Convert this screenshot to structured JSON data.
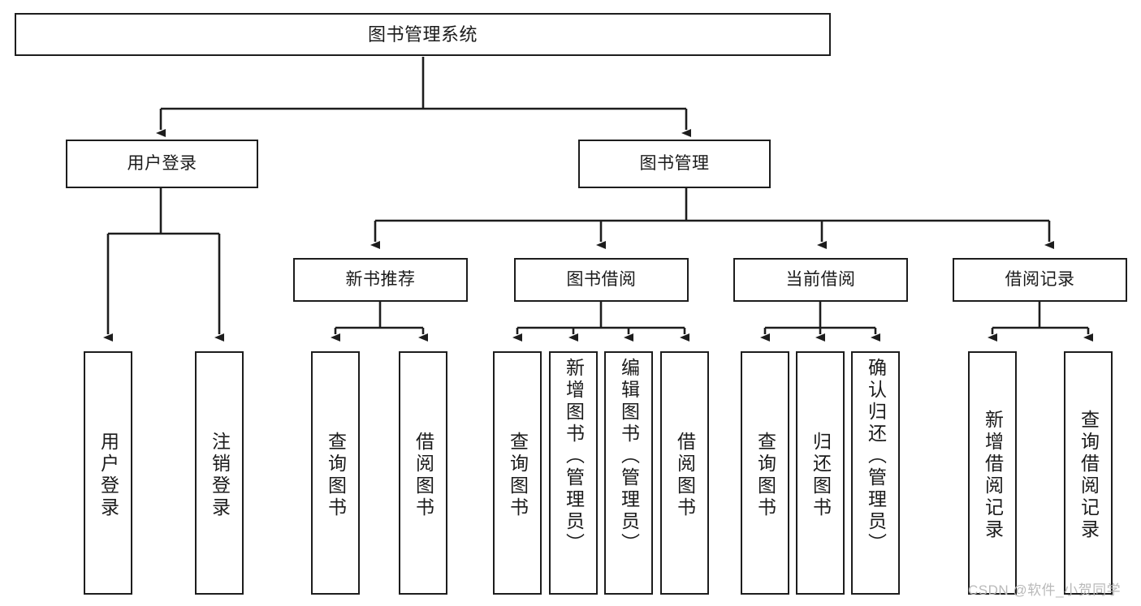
{
  "diagram": {
    "title": "图书管理系统",
    "type": "hierarchy-tree",
    "root": {
      "label": "图书管理系统"
    },
    "level1": [
      {
        "label": "用户登录"
      },
      {
        "label": "图书管理"
      }
    ],
    "level2": [
      {
        "label": "新书推荐"
      },
      {
        "label": "图书借阅"
      },
      {
        "label": "当前借阅"
      },
      {
        "label": "借阅记录"
      }
    ],
    "leaves": {
      "user_login": [
        {
          "label": "用户登录"
        },
        {
          "label": "注销登录"
        }
      ],
      "new_book_recommend": [
        {
          "label": "查询图书"
        },
        {
          "label": "借阅图书"
        }
      ],
      "book_borrow": [
        {
          "label": "查询图书"
        },
        {
          "label": "新增图书（管理员）"
        },
        {
          "label": "编辑图书（管理员）"
        },
        {
          "label": "借阅图书"
        }
      ],
      "current_borrow": [
        {
          "label": "查询图书"
        },
        {
          "label": "归还图书"
        },
        {
          "label": "确认归还（管理员）"
        }
      ],
      "borrow_record": [
        {
          "label": "新增借阅记录"
        },
        {
          "label": "查询借阅记录"
        }
      ]
    }
  },
  "watermark": {
    "text": "CSDN @软件_小贺同学"
  },
  "colors": {
    "stroke": "#1d1d1d",
    "fill": "#ffffff",
    "text": "#1b1b1b",
    "watermark": "#b9b9b9"
  }
}
